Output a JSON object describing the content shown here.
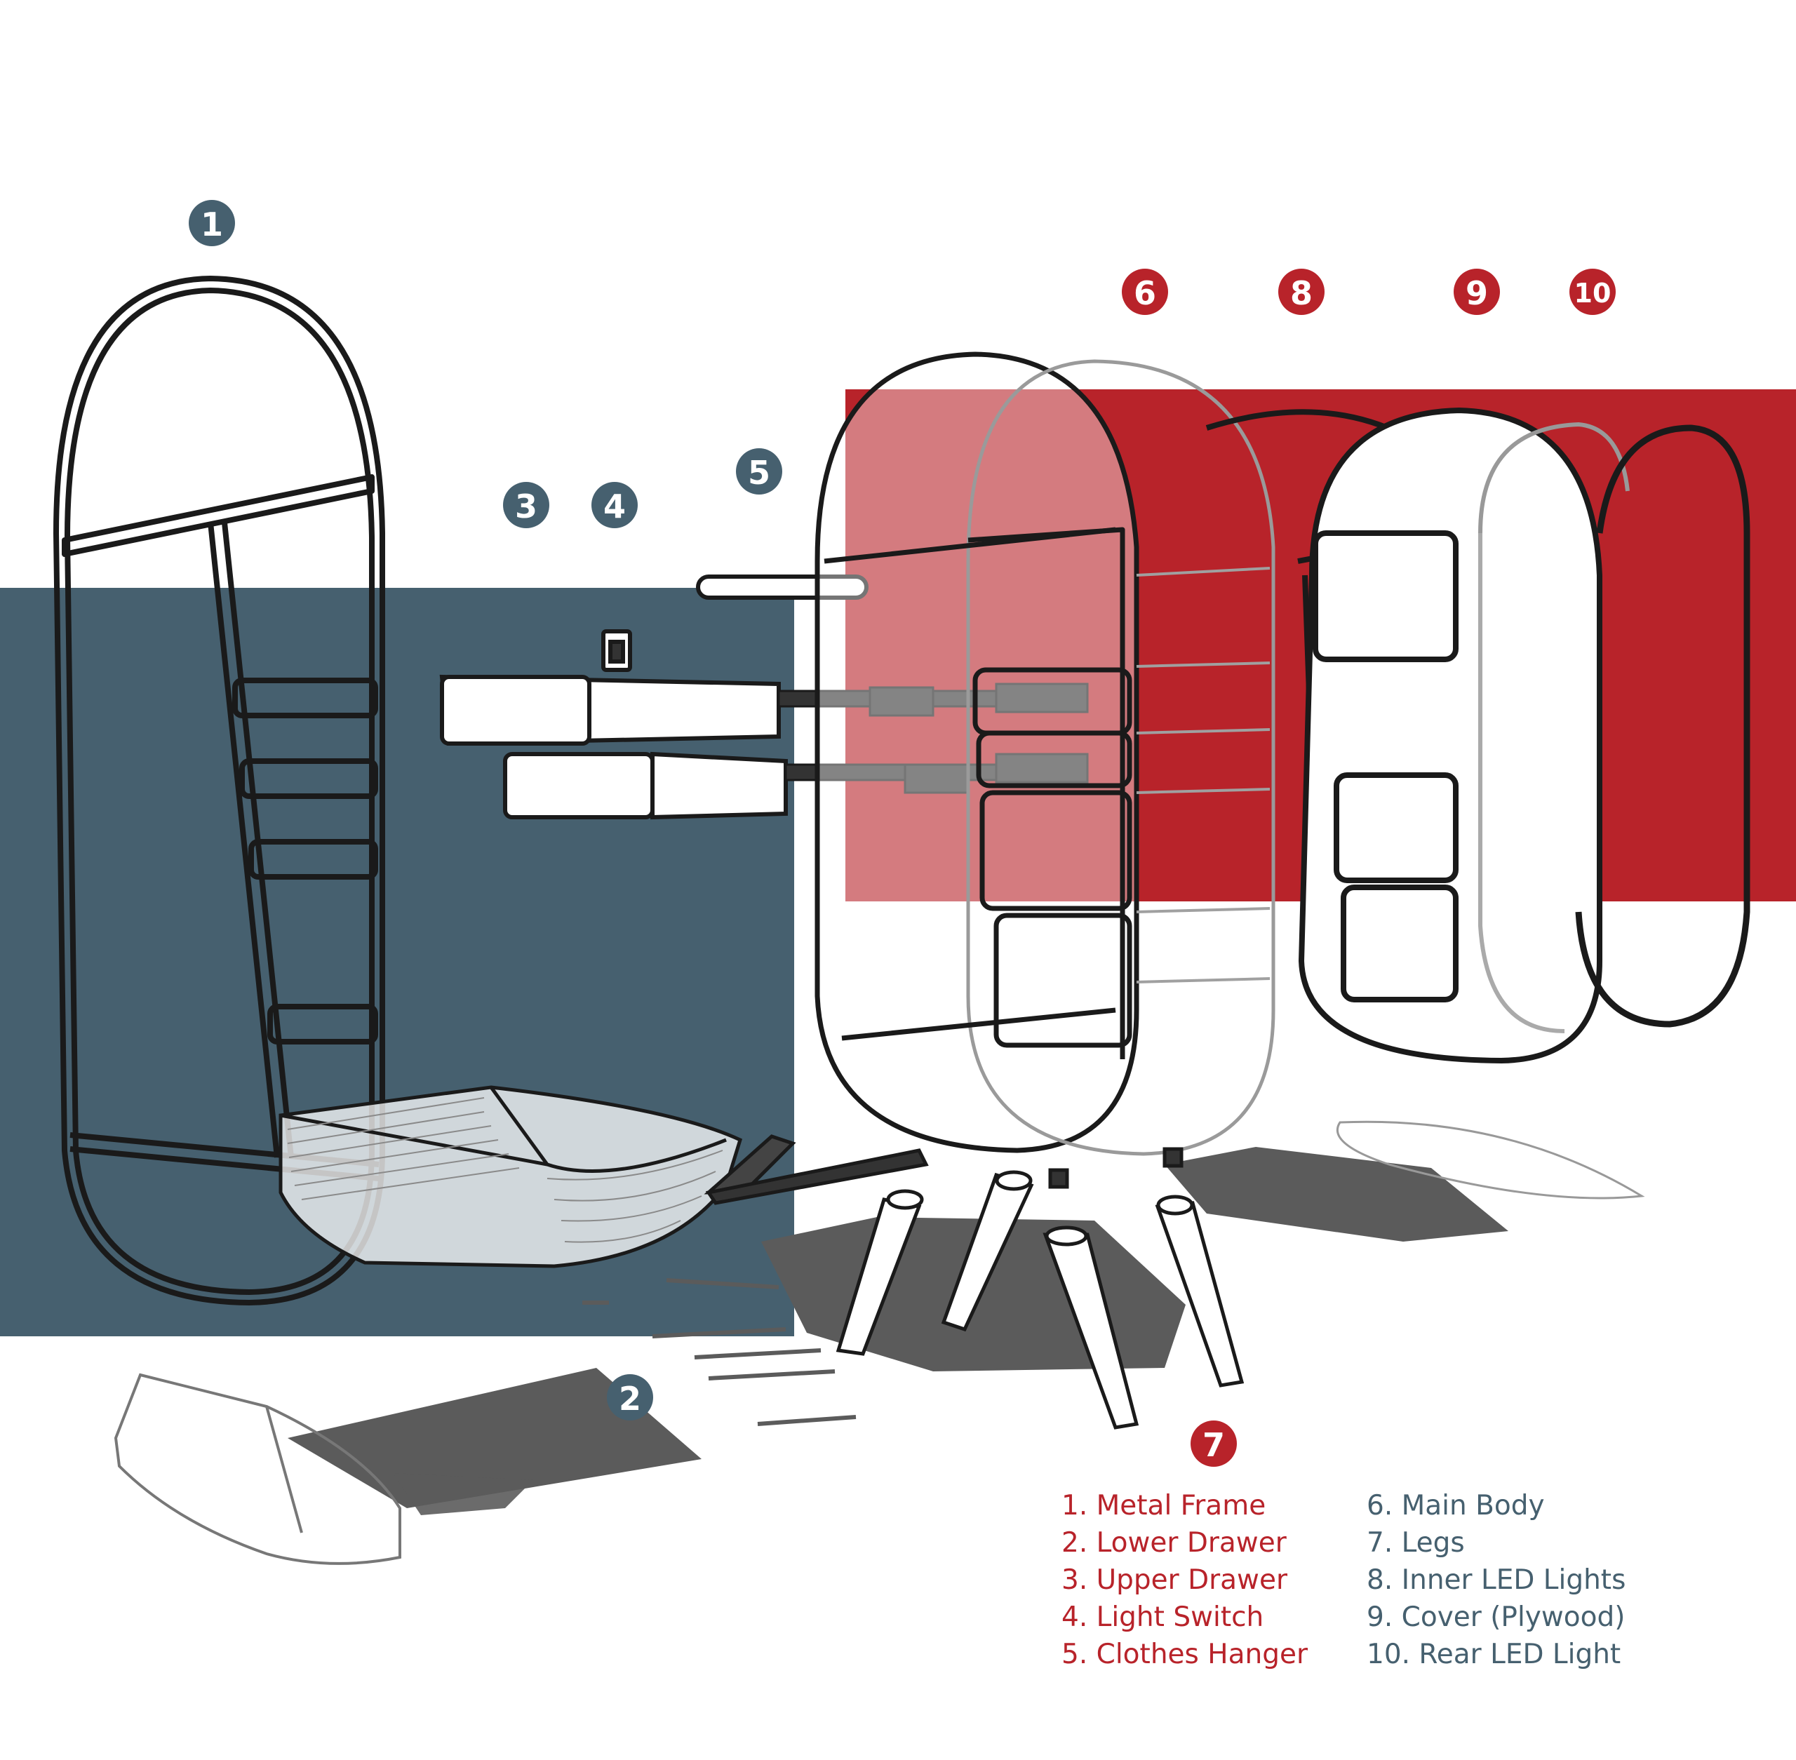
{
  "colors": {
    "blue": "#46606f",
    "red": "#b8232a",
    "shadow": "#5b5b5b",
    "line": "#1a1a1a"
  },
  "markers": [
    {
      "id": "1",
      "label": "1",
      "color": "blue"
    },
    {
      "id": "2",
      "label": "2",
      "color": "blue"
    },
    {
      "id": "3",
      "label": "3",
      "color": "blue"
    },
    {
      "id": "4",
      "label": "4",
      "color": "blue"
    },
    {
      "id": "5",
      "label": "5",
      "color": "blue"
    },
    {
      "id": "6",
      "label": "6",
      "color": "red"
    },
    {
      "id": "7",
      "label": "7",
      "color": "red"
    },
    {
      "id": "8",
      "label": "8",
      "color": "red"
    },
    {
      "id": "9",
      "label": "9",
      "color": "red"
    },
    {
      "id": "10",
      "label": "10",
      "color": "red"
    }
  ],
  "legend": {
    "left": [
      "1. Metal Frame",
      "2. Lower Drawer",
      "3. Upper Drawer",
      "4. Light Switch",
      "5. Clothes Hanger"
    ],
    "right": [
      "6. Main Body",
      "7. Legs",
      "8. Inner LED Lights",
      "9. Cover (Plywood)",
      "10. Rear LED Light"
    ]
  }
}
